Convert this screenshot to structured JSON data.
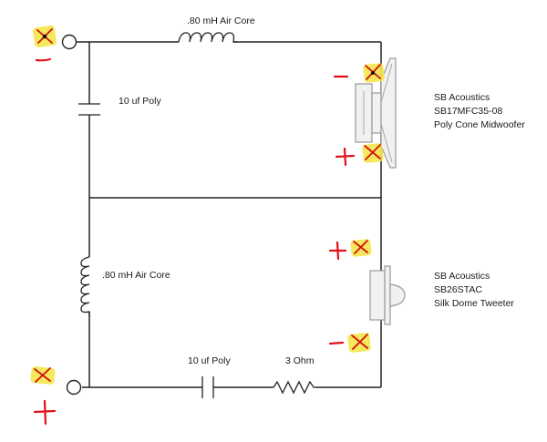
{
  "components": {
    "top_inductor": ".80 mH Air Core",
    "top_capacitor": "10 uf Poly",
    "lower_inductor": ".80 mH Air Core",
    "lower_capacitor": "10 uf Poly",
    "resistor": "3 Ohm"
  },
  "midwoofer": {
    "line1": "SB Acoustics",
    "line2": "SB17MFC35-08",
    "line3": "Poly Cone Midwoofer"
  },
  "tweeter": {
    "line1": "SB Acoustics",
    "line2": "SB26STAC",
    "line3": "Silk Dome Tweeter"
  },
  "colors": {
    "wire": "#222222",
    "polarity_mark": "#e0101a",
    "highlight": "#f4e64a"
  }
}
